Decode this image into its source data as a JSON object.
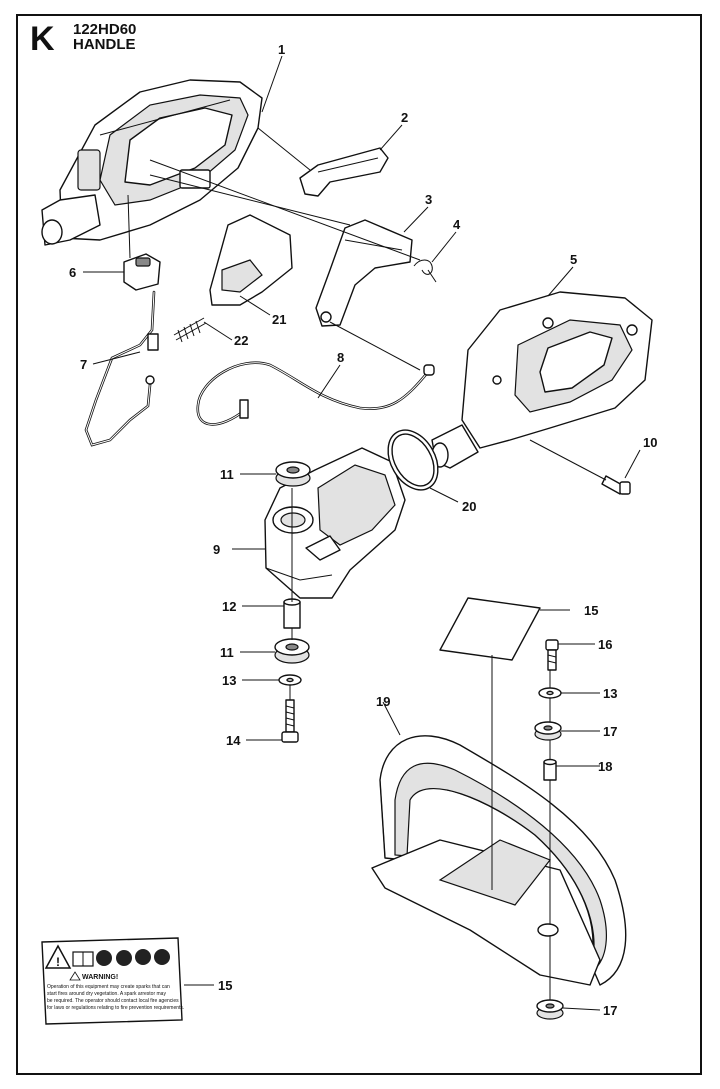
{
  "header": {
    "section_letter": "K",
    "model": "122HD60",
    "title": "HANDLE"
  },
  "callouts": {
    "p1": "1",
    "p2": "2",
    "p3": "3",
    "p4": "4",
    "p5": "5",
    "p6": "6",
    "p7": "7",
    "p8": "8",
    "p9": "9",
    "p10": "10",
    "p11a": "11",
    "p11b": "11",
    "p12": "12",
    "p13a": "13",
    "p13b": "13",
    "p14": "14",
    "p15a": "15",
    "p15b": "15",
    "p16": "16",
    "p17a": "17",
    "p17b": "17",
    "p18": "18",
    "p19": "19",
    "p20": "20",
    "p21": "21",
    "p22": "22"
  },
  "warning_label": {
    "heading": "WARNING!",
    "text": [
      "Operation of this equipment may create sparks that can",
      "start fires around dry vegetation. A spark arrestor may",
      "be required. The operator should contact local fire agencies",
      "for laws or regulations relating to fire prevention requirements."
    ]
  }
}
